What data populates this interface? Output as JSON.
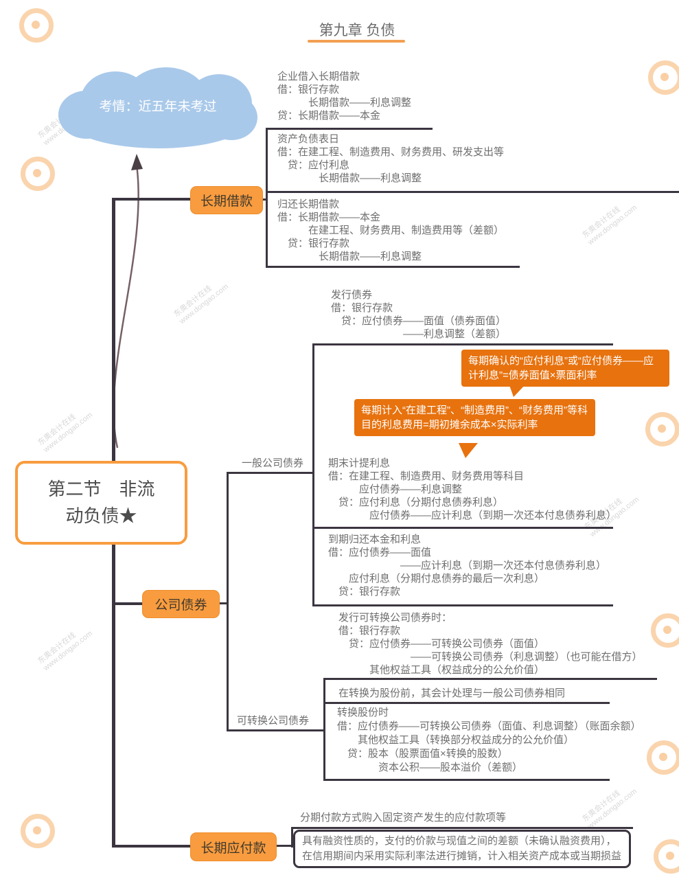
{
  "header": {
    "title": "第九章 负债"
  },
  "cloud": {
    "text": "考情：近五年未考过"
  },
  "root": {
    "label": "第二节　非流动负债★"
  },
  "nodes": {
    "longterm_loan": "长期借款",
    "corporate_bond": "公司债券",
    "longterm_payable": "长期应付款",
    "general_bond": "一般公司债券",
    "convertible_bond": "可转换公司债券"
  },
  "blocks": {
    "loan_borrow": "企业借入长期借款\n借：银行存款\n　　　长期借款——利息调整\n贷：长期借款——本金",
    "loan_balance_date": "资产负债表日\n借：在建工程、制造费用、财务费用、研发支出等\n　贷：应付利息\n　　　　长期借款——利息调整",
    "loan_repay": "归还长期借款\n借：长期借款——本金\n　　　在建工程、财务费用、制造费用等（差额）\n　贷：银行存款\n　　　　长期借款——利息调整",
    "bond_issue": "发行债券\n借：银行存款\n　贷：应付债券——面值（债券面值）\n　　　　　　　——利息调整（差额）",
    "bond_accrue": "期末计提利息\n借：在建工程、制造费用、财务费用等科目\n　　　应付债券——利息调整\n　贷：应付利息（分期付息债券利息）\n　　　　应付债券——应计利息（到期一次还本付息债券利息）",
    "bond_mature": "到期归还本金和利息\n借：应付债券——面值\n　　　　　　　——应计利息（到期一次还本付息债券利息）\n　　应付利息（分期付息债券的最后一次利息）\n　贷：银行存款",
    "cb_issue": "发行可转换公司债券时：\n借：银行存款\n　贷：应付债券——可转换公司债券（面值）\n　　　　　　　——可转换公司债券（利息调整）（也可能在借方）\n　　　其他权益工具（权益成分的公允价值）",
    "cb_before": "在转换为股份前，其会计处理与一般公司债券相同",
    "cb_convert": "转换股份时\n借：应付债券——可转换公司债券（面值、利息调整）（账面余额）\n　　其他权益工具（转换部分权益成分的公允价值）\n　贷：股本（股票面值×转换的股数）\n　　　　资本公积——股本溢价（差额）",
    "payable_scope": "分期付款方式购入固定资产发生的应付款项等",
    "payable_note": "具有融资性质的，支付的价款与现值之间的差额（未确认融资费用），在信用期间内采用实际利率法进行摊销，计入相关资产成本或当期损益"
  },
  "callouts": {
    "coupon": "每期确认的“应付利息”或“应付债券——应计利息”=债券面值×票面利率",
    "effective": "每期计入“在建工程”、“制造费用”、“财务费用”等科目的利息费用=期初摊余成本×实际利率"
  },
  "watermark": {
    "line1": "东奥会计在线",
    "line2": "www.dongao.com"
  },
  "colors": {
    "node_orange": "#f89c3f",
    "callout_orange": "#e7720e",
    "cloud_blue": "#a9c9ea",
    "line_dark": "#3b3540",
    "title_rule": "#f2a052",
    "text_gray": "#6e6e6e"
  }
}
